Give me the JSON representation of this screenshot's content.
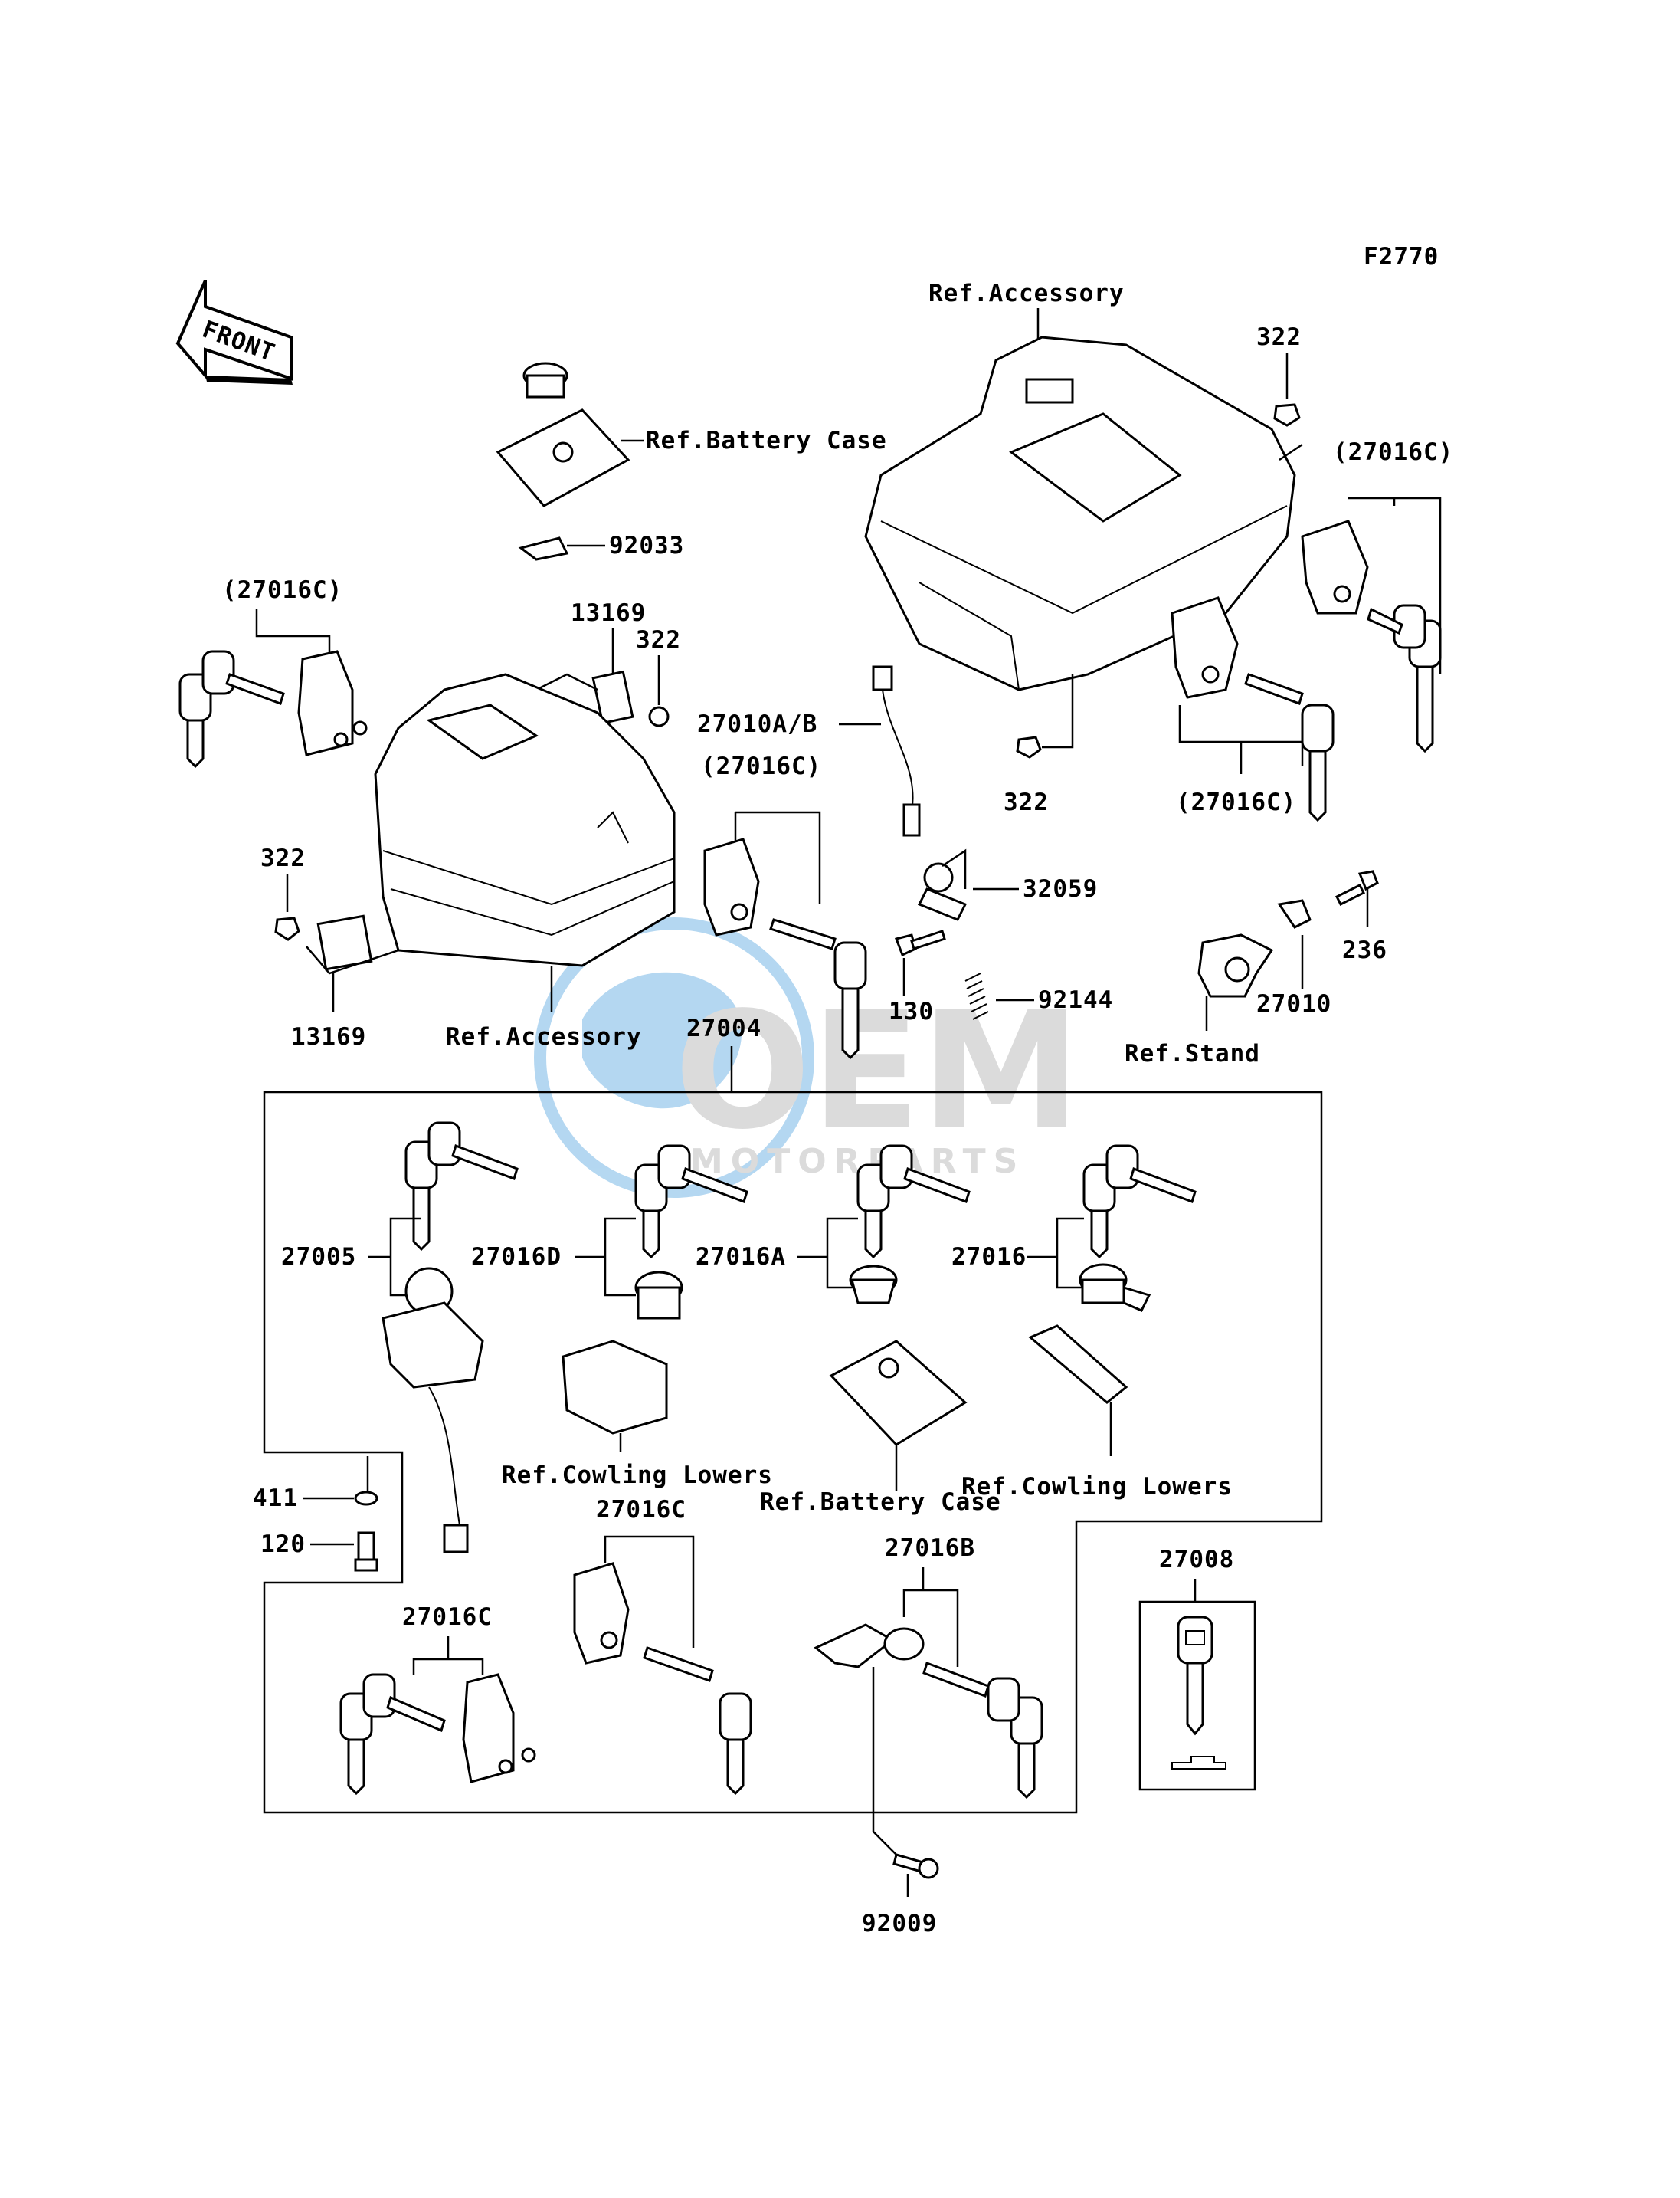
{
  "figure_code": "F2770",
  "front_arrow_label": "FRONT",
  "watermark": {
    "brand": "OEM",
    "sub": "MOTORPARTS"
  },
  "labels": {
    "ref_accessory_top": "Ref.Accessory",
    "ref_accessory_left": "Ref.Accessory",
    "ref_battery_case_top": "Ref.Battery Case",
    "ref_battery_case_bottom": "Ref.Battery Case",
    "ref_cowling_lowers_1": "Ref.Cowling Lowers",
    "ref_cowling_lowers_2": "Ref.Cowling Lowers",
    "ref_stand": "Ref.Stand",
    "p92033": "92033",
    "p13169_top": "13169",
    "p13169_bottom": "13169",
    "p322_a": "322",
    "p322_b": "322",
    "p322_c": "322",
    "p322_d": "322",
    "p27016c_a": "(27016C)",
    "p27016c_b": "(27016C)",
    "p27016c_c": "(27016C)",
    "p27016c_d": "(27016C)",
    "p27010ab": "27010A/B",
    "p32059": "32059",
    "p130": "130",
    "p92144": "92144",
    "p236": "236",
    "p27010": "27010",
    "p27004": "27004",
    "p27005": "27005",
    "p27016d": "27016D",
    "p27016a": "27016A",
    "p27016": "27016",
    "p411": "411",
    "p120": "120",
    "p27016c_e": "27016C",
    "p27016c_f": "27016C",
    "p27016b": "27016B",
    "p27008": "27008",
    "p92009": "92009"
  }
}
